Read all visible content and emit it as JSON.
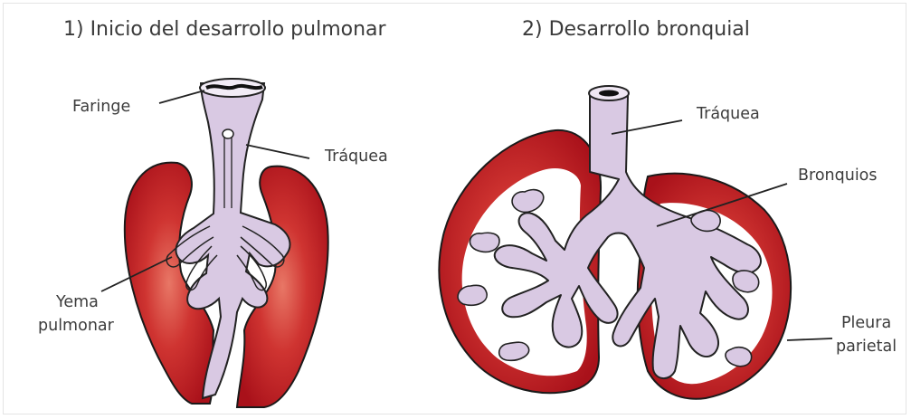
{
  "panels": [
    {
      "title": "1) Inicio del desarrollo pulmonar"
    },
    {
      "title": "2) Desarrollo bronquial"
    }
  ],
  "labels": {
    "faringe": "Faringe",
    "traquea_left": "Tráquea",
    "yema_line1": "Yema",
    "yema_line2": "pulmonar",
    "traquea_right": "Tráquea",
    "bronquios": "Bronquios",
    "pleura_line1": "Pleura",
    "pleura_line2": "parietal"
  },
  "colors": {
    "lung_dark": "#b3151d",
    "lung_mid": "#cc2a2f",
    "lung_light": "#e06a5f",
    "airway_fill": "#d8c8e2",
    "airway_stroke": "#222222",
    "text": "#3c3c3c"
  }
}
